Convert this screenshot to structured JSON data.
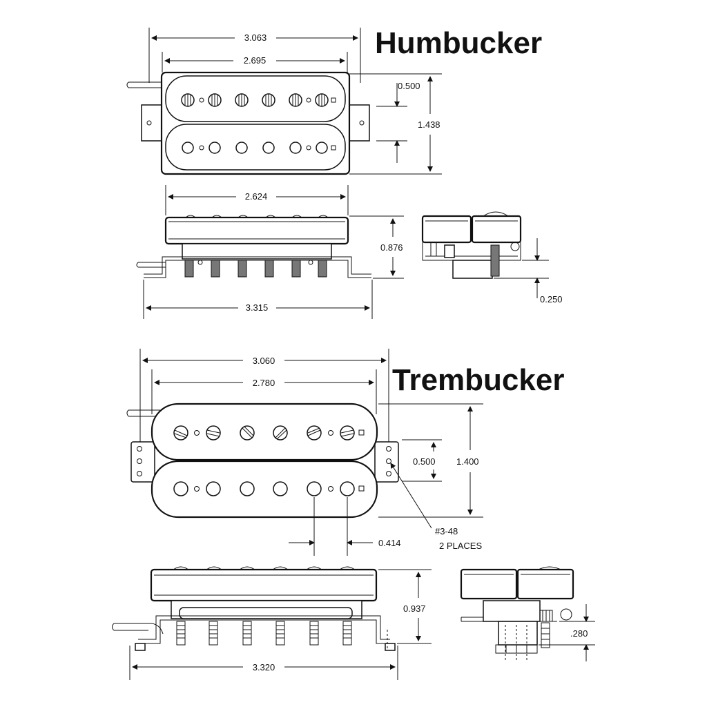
{
  "humbucker": {
    "title": "Humbucker",
    "dims": {
      "overall_width": "3.063",
      "cover_width": "2.695",
      "pole_spacing": "0.500",
      "overall_height": "1.438",
      "base_width": "2.624",
      "side_height": "0.876",
      "baseplate_width": "3.315",
      "leg_height": "0.250"
    }
  },
  "trembucker": {
    "title": "Trembucker",
    "dims": {
      "overall_width": "3.060",
      "cover_width": "2.780",
      "pole_spacing": "0.500",
      "overall_height": "1.400",
      "screw_note_1": "#3-48",
      "screw_note_2": "2 PLACES",
      "pole_offset": "0.414",
      "side_height": "0.937",
      "baseplate_width": "3.320",
      "leg_height": ".280"
    }
  },
  "colors": {
    "line": "#111111",
    "background": "#ffffff",
    "pole_shade": "#777777"
  }
}
